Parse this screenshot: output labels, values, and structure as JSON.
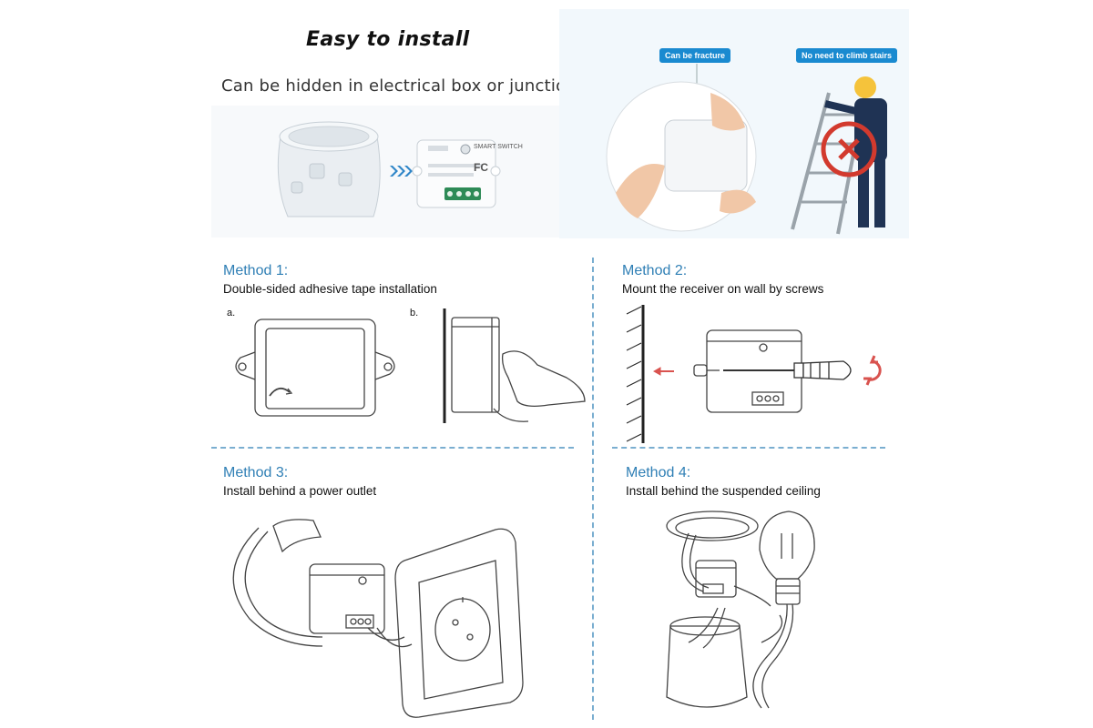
{
  "header": {
    "title": "Easy to install",
    "subtitle": "Can be hidden in electrical box or junction box"
  },
  "photo_tags": {
    "fracture": "Can be fracture",
    "no_climb": "No need to climb stairs"
  },
  "device_markings": {
    "brand_line": "SMART SWITCH",
    "cert": "FC"
  },
  "methods": [
    {
      "title": "Method 1:",
      "desc": "Double-sided adhesive tape installation",
      "sub_a": "a.",
      "sub_b": "b."
    },
    {
      "title": "Method 2:",
      "desc": "Mount the receiver on wall by screws"
    },
    {
      "title": "Method 3:",
      "desc": "Install behind a power outlet"
    },
    {
      "title": "Method 4:",
      "desc": "Install behind the suspended ceiling"
    }
  ],
  "colors": {
    "accent_blue": "#2f7fb5",
    "tag_blue": "#1a8ad0",
    "red_x": "#d23a2e",
    "arrow_red": "#d9534f"
  }
}
